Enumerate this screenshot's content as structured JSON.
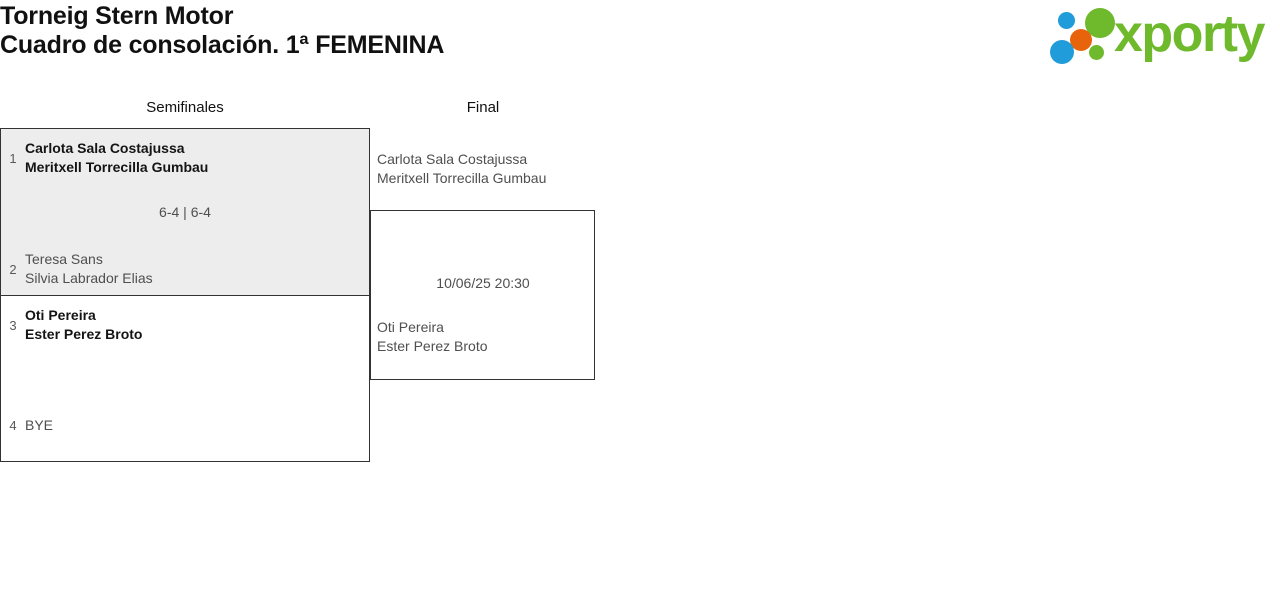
{
  "header": {
    "title_line1": "Torneig Stern Motor",
    "title_line2": "Cuadro de consolación. 1ª FEMENINA",
    "logo_text": "xporty",
    "logo_colors": {
      "green": "#6fb92c",
      "blue": "#1f9cd9",
      "orange": "#e8640c"
    }
  },
  "bracket": {
    "rounds": [
      {
        "name": "semifinals",
        "label": "Semifinales"
      },
      {
        "name": "final",
        "label": "Final"
      }
    ],
    "semifinals": [
      {
        "shaded": true,
        "score": "6-4 | 6-4",
        "top": {
          "seed": "1",
          "result": "winner",
          "player1": "Carlota Sala Costajussa",
          "player2": "Meritxell Torrecilla Gumbau"
        },
        "bottom": {
          "seed": "2",
          "result": "loser",
          "player1": "Teresa Sans",
          "player2": "Silvia Labrador Elias"
        }
      },
      {
        "shaded": false,
        "score": "",
        "top": {
          "seed": "3",
          "result": "winner",
          "player1": "Oti Pereira",
          "player2": "Ester Perez Broto"
        },
        "bottom": {
          "seed": "4",
          "result": "loser",
          "player1": "BYE",
          "player2": ""
        }
      }
    ],
    "final": {
      "date": "10/06/25 20:30",
      "top": {
        "player1": "Carlota Sala Costajussa",
        "player2": "Meritxell Torrecilla Gumbau"
      },
      "bottom": {
        "player1": "Oti Pereira",
        "player2": "Ester Perez Broto"
      }
    }
  }
}
